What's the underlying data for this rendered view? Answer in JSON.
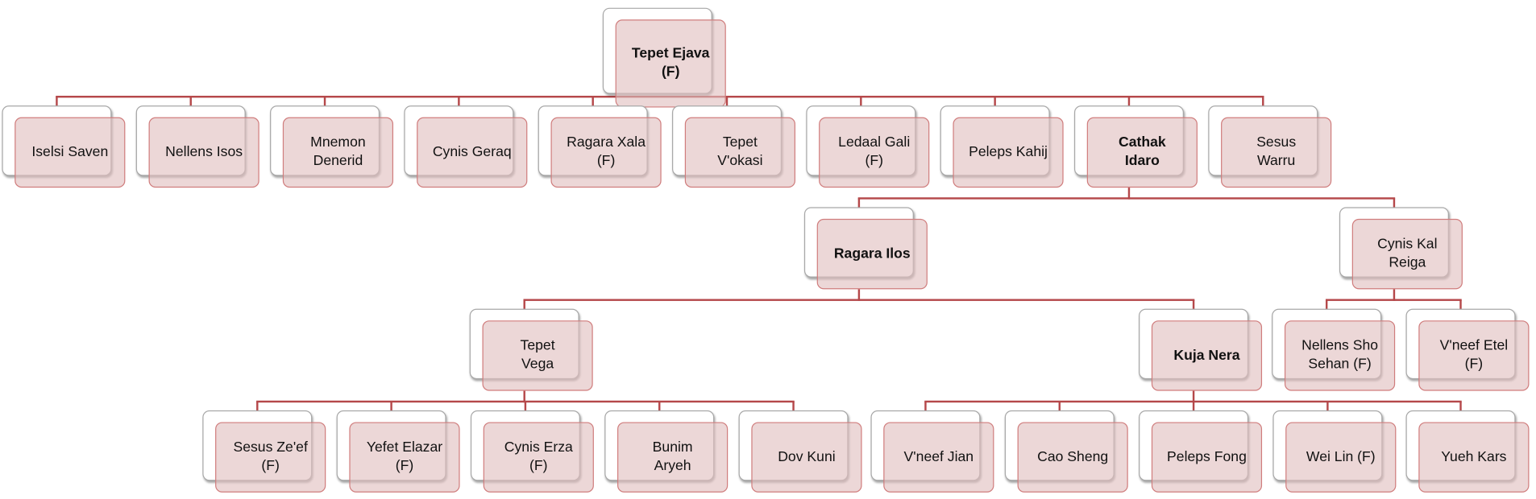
{
  "colors": {
    "connector": "#b5484a",
    "node_fill": "#e8d2d2",
    "node_border": "#d07d7d"
  },
  "nodes": {
    "root": {
      "lines": [
        "Tepet Ejava",
        "(F)"
      ],
      "bold": true
    },
    "iselsi": {
      "lines": [
        "Iselsi Saven"
      ]
    },
    "nellens": {
      "lines": [
        "Nellens Isos"
      ]
    },
    "mnemon": {
      "lines": [
        "Mnemon",
        "Denerid"
      ]
    },
    "cynisgeraq": {
      "lines": [
        "Cynis Geraq"
      ]
    },
    "ragaraxala": {
      "lines": [
        "Ragara Xala",
        "(F)"
      ]
    },
    "tepetvokasi": {
      "lines": [
        "Tepet",
        "V'okasi"
      ]
    },
    "ledaal": {
      "lines": [
        "Ledaal Gali",
        "(F)"
      ]
    },
    "peleps": {
      "lines": [
        "Peleps Kahij"
      ]
    },
    "cathak": {
      "lines": [
        "Cathak",
        "Idaro"
      ],
      "bold": true
    },
    "sesuswarru": {
      "lines": [
        "Sesus",
        "Warru"
      ]
    },
    "ragarailos": {
      "lines": [
        "Ragara Ilos"
      ],
      "bold": true
    },
    "cyniskal": {
      "lines": [
        "Cynis Kal",
        "Reiga"
      ]
    },
    "tepetvega": {
      "lines": [
        "Tepet",
        "Vega"
      ]
    },
    "kujanera": {
      "lines": [
        "Kuja Nera"
      ],
      "bold": true
    },
    "nellenssho": {
      "lines": [
        "Nellens Sho",
        "Sehan (F)"
      ]
    },
    "vneefetel": {
      "lines": [
        "V'neef Etel",
        "(F)"
      ]
    },
    "sesuszeef": {
      "lines": [
        "Sesus Ze'ef",
        "(F)"
      ]
    },
    "yefet": {
      "lines": [
        "Yefet Elazar",
        "(F)"
      ]
    },
    "cyniserza": {
      "lines": [
        "Cynis Erza",
        "(F)"
      ]
    },
    "bunim": {
      "lines": [
        "Bunim",
        "Aryeh"
      ]
    },
    "dovkuni": {
      "lines": [
        "Dov Kuni"
      ]
    },
    "vneefjian": {
      "lines": [
        "V'neef Jian"
      ]
    },
    "caosheng": {
      "lines": [
        "Cao Sheng"
      ]
    },
    "pelepsfong": {
      "lines": [
        "Peleps Fong"
      ]
    },
    "weilin": {
      "lines": [
        "Wei Lin (F)"
      ]
    },
    "yuehkars": {
      "lines": [
        "Yueh Kars"
      ]
    }
  }
}
